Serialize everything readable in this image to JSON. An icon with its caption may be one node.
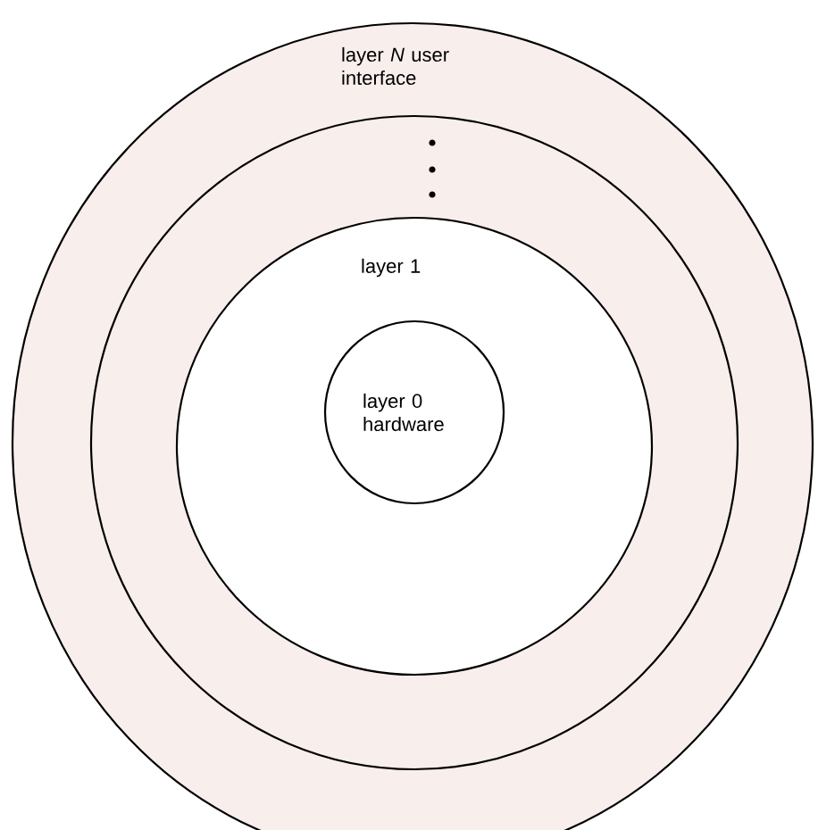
{
  "diagram": {
    "nodes": [
      {
        "text": [
          "layer *N* user interface"
        ]
      },
      {
        "text": [],
        "shape": "circle",
        "in": 0
      },
      {
        "text": [
          "layer 1"
        ],
        "in": 1
      },
      {
        "text": [
          "layer 0 hardware"
        ],
        "in": 2
      }
    ]
  }
}
